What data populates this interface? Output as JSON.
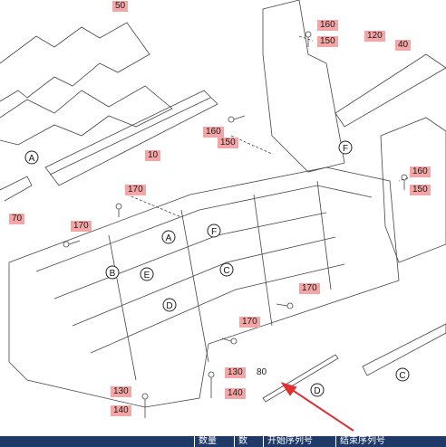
{
  "diagram": {
    "part_numbers": [
      "50",
      "160",
      "150",
      "120",
      "40",
      "160",
      "150",
      "10",
      "170",
      "160",
      "150",
      "70",
      "170",
      "170",
      "170",
      "130",
      "80",
      "140",
      "130",
      "140"
    ],
    "view_letters": [
      "A",
      "A",
      "B",
      "C",
      "C",
      "D",
      "D",
      "E",
      "F",
      "F"
    ]
  },
  "table": {
    "columns": [
      "数量",
      "数",
      "开始序列号",
      "结束序列号"
    ]
  },
  "colors": {
    "label_bg": "#f4a6a6",
    "header_bg": "#1f3a66",
    "leader_arrow": "#e03030",
    "line": "#444444"
  }
}
